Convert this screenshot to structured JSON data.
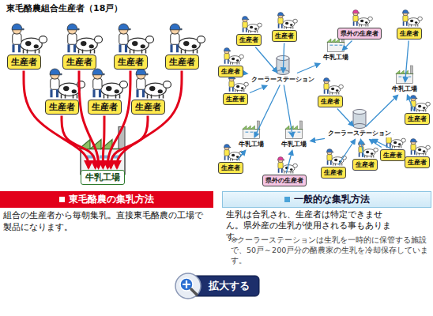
{
  "diagram": {
    "nodes": [
      {
        "text": [
          "生産者"
        ]
      },
      {
        "text": [
          "生産者"
        ]
      },
      {
        "text": [
          "生産者"
        ]
      },
      {
        "text": [
          "生産者"
        ]
      },
      {
        "text": [
          "生産者"
        ]
      },
      {
        "text": [
          "生産者"
        ]
      },
      {
        "text": [
          "生産者"
        ]
      },
      {
        "text": [
          "牛乳工場"
        ]
      },
      {
        "text": [
          "東毛酪農の集乳方法"
        ]
      },
      {
        "text": [
          "生産者"
        ]
      },
      {
        "text": [
          "生産者"
        ]
      },
      {
        "text": [
          "県外の生産者"
        ]
      },
      {
        "text": [
          "生産者"
        ]
      },
      {
        "text": [
          "牛乳工場"
        ]
      },
      {
        "text": [
          "生産者"
        ]
      },
      {
        "text": [
          "クーラーステーション"
        ]
      },
      {
        "text": [
          "牛乳工場"
        ]
      },
      {
        "text": [
          "生産者"
        ]
      },
      {
        "text": [
          "生産者"
        ]
      },
      {
        "text": [
          "生産者"
        ]
      },
      {
        "text": [
          "クーラーステーション"
        ]
      },
      {
        "text": [
          "牛乳工場"
        ]
      },
      {
        "text": [
          "牛乳工場"
        ]
      },
      {
        "text": [
          "生産者"
        ]
      },
      {
        "text": [
          "生産者"
        ]
      },
      {
        "text": [
          "生産者"
        ]
      },
      {
        "text": [
          "生産者"
        ]
      },
      {
        "text": [
          "生産者"
        ]
      },
      {
        "text": [
          "県外の生産者"
        ]
      },
      {
        "text": [
          "一般的な集乳方法"
        ]
      },
      {
        "text": [
          "拡大する"
        ]
      }
    ],
    "edges": [
      {
        "from": 0,
        "to": 7,
        "arrow": "to"
      },
      {
        "from": 1,
        "to": 7,
        "arrow": "to"
      },
      {
        "from": 2,
        "to": 7,
        "arrow": "to"
      },
      {
        "from": 3,
        "to": 7,
        "arrow": "to"
      },
      {
        "from": 4,
        "to": 7,
        "arrow": "to"
      },
      {
        "from": 5,
        "to": 7,
        "arrow": "to"
      },
      {
        "from": 6,
        "to": 7,
        "arrow": "to"
      },
      {
        "from": 9,
        "to": 15,
        "arrow": "to"
      },
      {
        "from": 10,
        "to": 15,
        "arrow": "to"
      },
      {
        "from": 14,
        "to": 15,
        "arrow": "to"
      },
      {
        "from": 17,
        "to": 15,
        "arrow": "to"
      },
      {
        "from": 15,
        "to": 13,
        "arrow": "to"
      },
      {
        "from": 15,
        "to": 22,
        "arrow": "to"
      },
      {
        "from": 15,
        "to": 21,
        "arrow": "to"
      },
      {
        "from": 11,
        "to": 13,
        "arrow": "to"
      },
      {
        "from": 12,
        "to": 16,
        "arrow": "to"
      },
      {
        "from": 19,
        "to": 16,
        "arrow": "to"
      },
      {
        "from": 18,
        "to": 20,
        "arrow": "to"
      },
      {
        "from": 23,
        "to": 20,
        "arrow": "to"
      },
      {
        "from": 24,
        "to": 20,
        "arrow": "to"
      },
      {
        "from": 26,
        "to": 20,
        "arrow": "to"
      },
      {
        "from": 27,
        "to": 20,
        "arrow": "to"
      },
      {
        "from": 20,
        "to": 16,
        "arrow": "to"
      },
      {
        "from": 20,
        "to": 22,
        "arrow": "to"
      },
      {
        "from": 25,
        "to": 21,
        "arrow": "to"
      },
      {
        "from": 28,
        "to": 22,
        "arrow": "to"
      }
    ],
    "labels": [
      "東毛酪農組合生産者（18戸）",
      "組合の生産者から毎朝集乳。直接東毛酪農の工場で製品になります。",
      "生乳は合乳され、生産者は特定できません。県外産の生乳が使用される事もあります。",
      "※クーラーステーションは生乳を一時的に保管する施設で、50戸～200戸分の酪農家の生乳を冷却保存しています。"
    ]
  }
}
